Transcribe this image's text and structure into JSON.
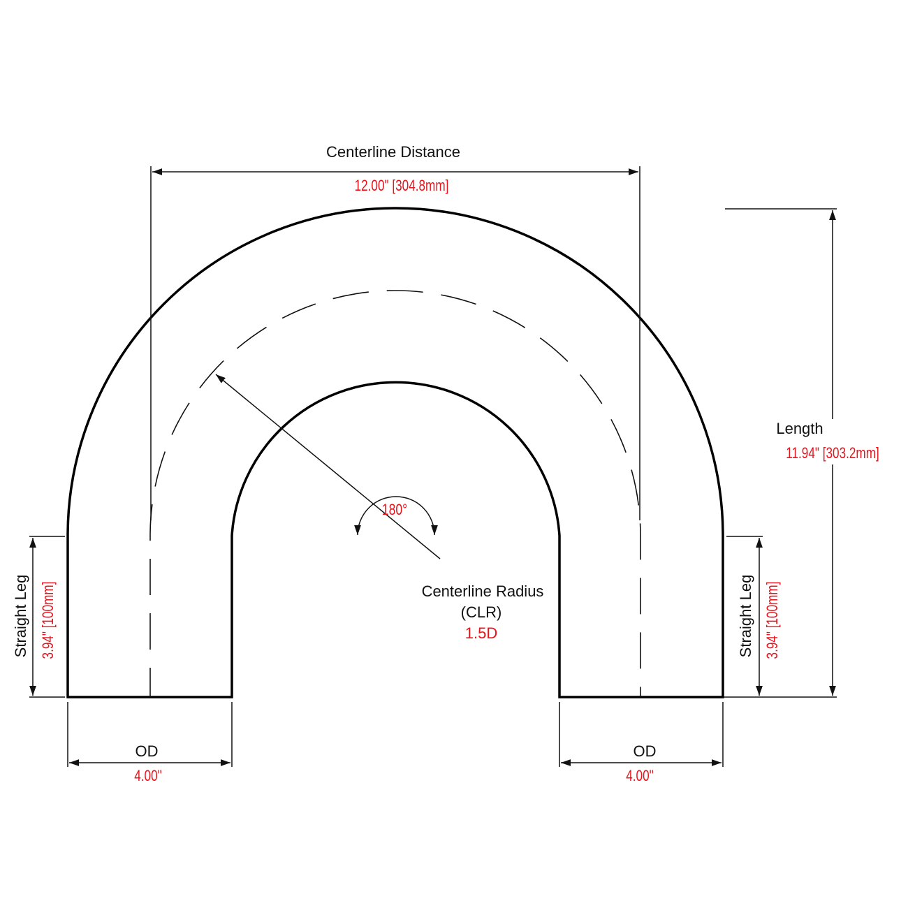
{
  "title": "180 Degree U-Bend Dimensions",
  "colors": {
    "line": "#000000",
    "value": "#e8131b"
  },
  "centerline_distance": {
    "label": "Centerline Distance",
    "value": "12.00\" [304.8mm]"
  },
  "length": {
    "label": "Length",
    "value": "11.94\" [303.2mm]"
  },
  "straight_leg_left": {
    "label": "Straight Leg",
    "value": "3.94\" [100mm]"
  },
  "straight_leg_right": {
    "label": "Straight Leg",
    "value": "3.94\" [100mm]"
  },
  "od_left": {
    "label": "OD",
    "value": "4.00\""
  },
  "od_right": {
    "label": "OD",
    "value": "4.00\""
  },
  "bend_angle": "180°",
  "clr": {
    "label_line1": "Centerline Radius",
    "label_line2": "(CLR)",
    "value": "1.5D"
  }
}
